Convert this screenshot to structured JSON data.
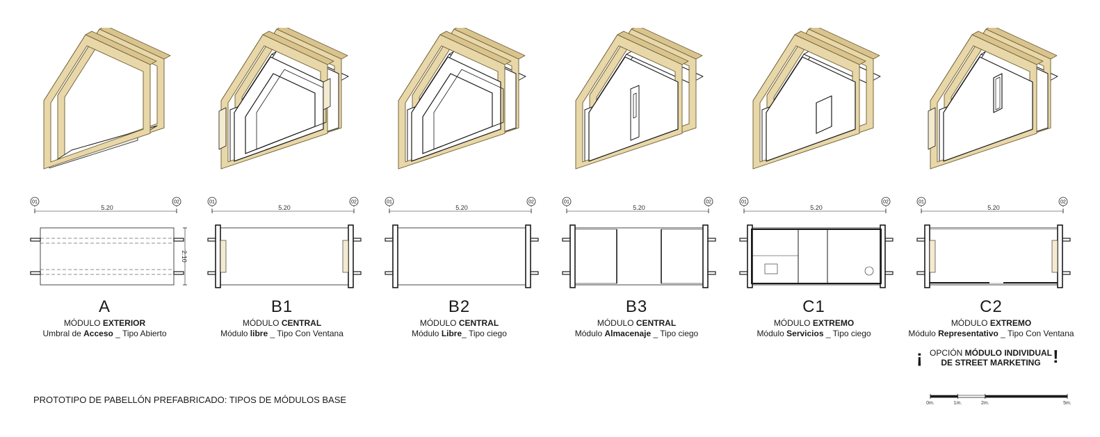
{
  "modules": [
    {
      "letter": "A",
      "kind": "open",
      "line1_plain": "MÓDULO ",
      "line1_bold": "EXTERIOR",
      "line2_a": "Umbral de ",
      "line2_bold": "Acceso",
      "line2_b": " _ Tipo Abierto",
      "axis_left": "01",
      "axis_right": "02",
      "dimension": "5.20",
      "depth": "2.10"
    },
    {
      "letter": "B1",
      "kind": "window",
      "line1_plain": "MÓDULO ",
      "line1_bold": "CENTRAL",
      "line2_a": "Módulo ",
      "line2_bold": "libre",
      "line2_b": " _ Tipo Con Ventana",
      "axis_left": "01",
      "axis_right": "02",
      "dimension": "5.20"
    },
    {
      "letter": "B2",
      "kind": "blind",
      "line1_plain": "MÓDULO ",
      "line1_bold": "CENTRAL",
      "line2_a": "Módulo ",
      "line2_bold": "Libre",
      "line2_b": "_ Tipo ciego",
      "axis_left": "01",
      "axis_right": "02",
      "dimension": "5.20"
    },
    {
      "letter": "B3",
      "kind": "storage",
      "line1_plain": "MÓDULO ",
      "line1_bold": "CENTRAL",
      "line2_a": "Módulo ",
      "line2_bold": "Almacenaje",
      "line2_b": " _ Tipo ciego",
      "axis_left": "01",
      "axis_right": "02",
      "dimension": "5.20"
    },
    {
      "letter": "C1",
      "kind": "services",
      "line1_plain": "MÓDULO ",
      "line1_bold": "EXTREMO",
      "line2_a": "Módulo ",
      "line2_bold": "Servicios",
      "line2_b": " _ Tipo ciego",
      "axis_left": "01",
      "axis_right": "02",
      "dimension": "5.20"
    },
    {
      "letter": "C2",
      "kind": "representative",
      "line1_plain": "MÓDULO ",
      "line1_bold": "EXTREMO",
      "line2_a": "Módulo ",
      "line2_bold": "Representativo",
      "line2_b": " _ Tipo Con Ventana",
      "axis_left": "01",
      "axis_right": "02",
      "dimension": "5.20"
    }
  ],
  "option": {
    "excl_open": "¡",
    "line1_plain": "OPCIÓN ",
    "line1_bold": "MÓDULO INDIVIDUAL",
    "line2": "DE STREET MARKETING",
    "excl_close": "!"
  },
  "footer_title": "PROTOTIPO DE PABELLÓN PREFABRICADO: TIPOS DE MÓDULOS BASE",
  "scale": {
    "labels": [
      "0m.",
      "1m.",
      "2m.",
      "5m."
    ],
    "values_m": [
      0,
      1,
      2,
      5
    ]
  },
  "colors": {
    "timber": "#e8d7a8",
    "timber_edge": "#6b5a2e",
    "line": "#1a1a1a",
    "panel": "#ffffff"
  }
}
